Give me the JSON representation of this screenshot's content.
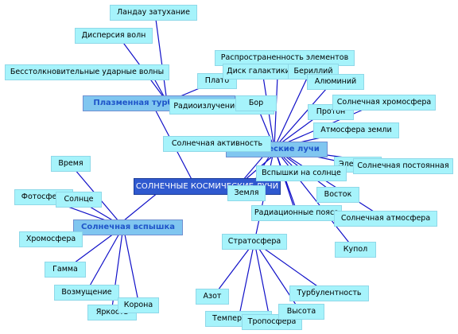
{
  "colors": {
    "edge": "#1010c8",
    "node_fill": "#a6f3fb",
    "hub_fill": "#80c6f0",
    "root_fill": "#2f59cf"
  },
  "root": "СОЛНЕЧНЫЕ КОСМИЧЕСКИЕ ЛУЧИ",
  "hubs": {
    "plasma": "Плазменная турбулентность",
    "cosmic": "Космические лучи",
    "flare": "Солнечная вспышка"
  },
  "nodes": {
    "landau": "Ландау затухание",
    "dispersion": "Дисперсия волн",
    "shock": "Бесстолкновительные ударные волны",
    "plato": "Плато",
    "radio": "Радиоизлучение солнца",
    "elements": "Распространенность элементов",
    "galactic_disk": "Диск галактики",
    "beryllium": "Бериллий",
    "aluminium": "Алюминий",
    "boron": "Бор",
    "electron": "Электрон",
    "proton": "Протон",
    "chromosphere_solar": "Солнечная хромосфера",
    "earth_atmosphere": "Атмосфера земли",
    "solar_activity": "Солнечная активность",
    "solar_constant": "Солнечная постоянная",
    "sun_flares": "Вспышки на солнце",
    "earth": "Земля",
    "east": "Восток",
    "rad_belts": "Радиационные пояса",
    "solar_atmosphere": "Солнечная атмосфера",
    "dome": "Купол",
    "stratosphere": "Стратосфера",
    "time": "Время",
    "photosphere": "Фотосфера",
    "sun": "Солнце",
    "chromosphere": "Хромосфера",
    "gamma": "Гамма",
    "excitation": "Возмущение",
    "brightness": "Яркость",
    "corona": "Корона",
    "nitrogen": "Азот",
    "temperature": "Температура",
    "troposphere": "Тропосфера",
    "height": "Высота",
    "turbulence": "Турбулентность"
  }
}
